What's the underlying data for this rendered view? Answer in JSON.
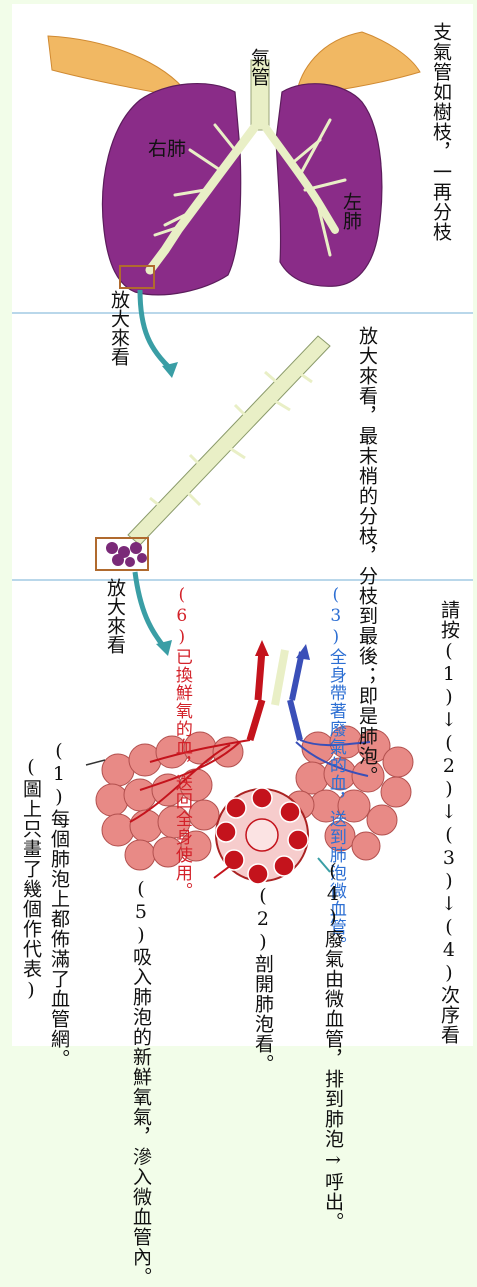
{
  "labels": {
    "trachea": "氣管",
    "right_lung": "右肺",
    "left_lung": "左肺",
    "zoom_1": "放大來看",
    "zoom_2": "放大來看"
  },
  "captions": {
    "top_right": [
      "支氣管如樹枝，一再分枝"
    ],
    "middle_right": [
      "放大來看，",
      "最末梢的分枝，分枝到",
      "最後；即是肺泡。"
    ],
    "order_hint": [
      "請按",
      "(1)",
      "↓",
      "(2)",
      "↓",
      "(3)",
      "↓",
      "(4)",
      "次序看"
    ],
    "step1": [
      "(1)",
      "每個",
      "肺泡上都佈滿了血管網。"
    ],
    "step1_note": [
      "(圖上只畫了幾個作代表)"
    ],
    "step2": [
      "(2)",
      "剖開肺泡看。"
    ],
    "step3": [
      "(3)",
      "全身帶著廢氣",
      "的血，送到肺",
      "泡微血管。"
    ],
    "step4": [
      "(4)",
      "廢氣由微血管，排",
      "到肺泡→呼出。"
    ],
    "step5": [
      "(5)",
      "吸入肺泡的新",
      "鮮氧氣，滲入",
      "微血管內。"
    ],
    "step6": [
      "(6)",
      "已換鮮氧的",
      "血，送回全",
      "身使用。"
    ]
  },
  "colors": {
    "lung": "#8a2c88",
    "trachea": "#e9efc6",
    "alveoli": "#e88a86",
    "blood_red": "#c4131c",
    "blood_blue": "#3a4fb8",
    "divider": "#b9d7ea",
    "arrow": "#3a9ea5",
    "background": "#f2fde9"
  }
}
